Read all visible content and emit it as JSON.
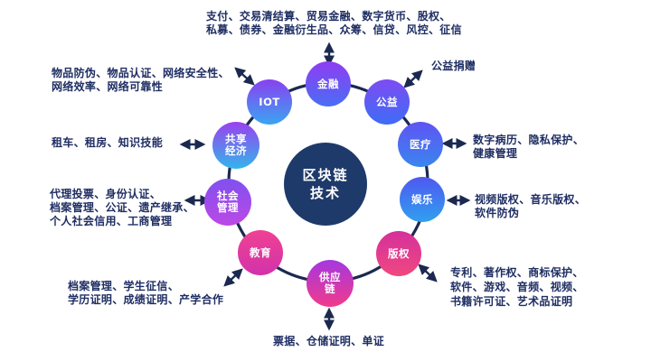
{
  "palette": {
    "background": "#ffffff",
    "text_color": "#1f2e63",
    "line_color": "#1b2950",
    "center_fill": "#1e3a6a"
  },
  "center": {
    "label": "区块链技术",
    "lines": [
      "区块链",
      "技术"
    ]
  },
  "nodes": [
    {
      "id": "finance",
      "label": "金融",
      "colors": [
        "#8f3df2",
        "#4a6df5"
      ]
    },
    {
      "id": "charity",
      "label": "公益",
      "colors": [
        "#7d4cf2",
        "#3e6cf6"
      ]
    },
    {
      "id": "medical",
      "label": "医疗",
      "colors": [
        "#5f55f2",
        "#3a85f0"
      ]
    },
    {
      "id": "entertainment",
      "label": "娱乐",
      "colors": [
        "#4f58f0",
        "#30a0f0"
      ]
    },
    {
      "id": "copyright",
      "label": "版权",
      "colors": [
        "#d5309c",
        "#ef4880"
      ]
    },
    {
      "id": "supply-chain",
      "label": "供应链",
      "lines": [
        "供应",
        "链"
      ],
      "colors": [
        "#a438e0",
        "#f23a8b"
      ]
    },
    {
      "id": "education",
      "label": "教育",
      "colors": [
        "#ef4293",
        "#d232aa"
      ]
    },
    {
      "id": "social-management",
      "label": "社会管理",
      "lines": [
        "社会",
        "管理"
      ],
      "colors": [
        "#8150f0",
        "#bb49e6"
      ]
    },
    {
      "id": "sharing-economy",
      "label": "共享经济",
      "lines": [
        "共享",
        "经济"
      ],
      "colors": [
        "#9a41ee",
        "#33b5ec"
      ]
    },
    {
      "id": "iot",
      "label": "IOT",
      "colors": [
        "#8a40f0",
        "#3aa5f2"
      ]
    }
  ],
  "annotations": [
    {
      "id": "finance",
      "lines": [
        "支付、交易清结算、贸易金融、数字货币、股权、",
        "私募、债券、金融衍生品、众筹、信贷、风控、征信"
      ]
    },
    {
      "id": "charity",
      "lines": [
        "公益捐赠"
      ]
    },
    {
      "id": "iot",
      "lines": [
        "物品防伪、物品认证、网络安全性、",
        "网络效率、网络可靠性"
      ]
    },
    {
      "id": "sharing-economy",
      "lines": [
        "租车、租房、知识技能"
      ]
    },
    {
      "id": "social-management",
      "lines": [
        "代理投票、身份认证、",
        "档案管理、公证、遗产继承、",
        "个人社会信用、工商管理"
      ]
    },
    {
      "id": "education",
      "lines": [
        "档案管理、学生征信、",
        "学历证明、成绩证明、产学合作"
      ]
    },
    {
      "id": "supply-chain",
      "lines": [
        "票据、仓储证明、单证"
      ]
    },
    {
      "id": "medical",
      "lines": [
        "数字病历、隐私保护、",
        "健康管理"
      ]
    },
    {
      "id": "entertainment",
      "lines": [
        "视频版权、音乐版权、",
        "软件防伪"
      ]
    },
    {
      "id": "copyright",
      "lines": [
        "专利、著作权、商标保护、",
        "软件、游戏、音频、视频、",
        "书籍许可证、艺术品证明"
      ]
    }
  ]
}
